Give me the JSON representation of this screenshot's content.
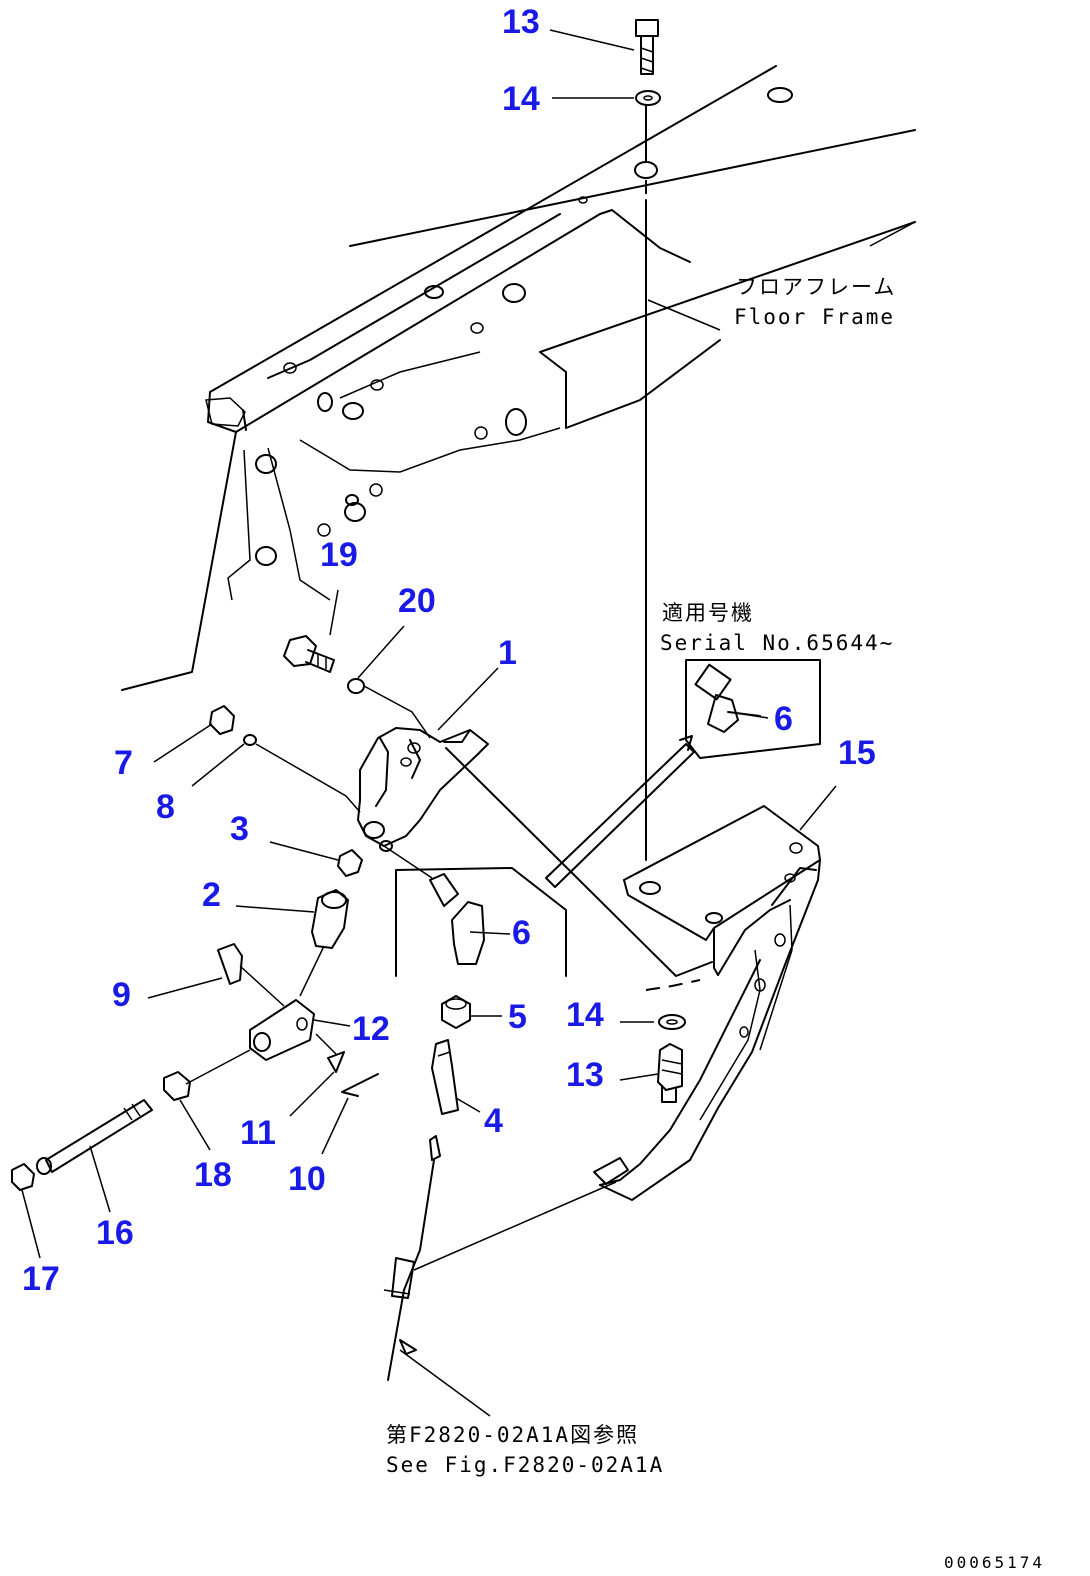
{
  "callouts": [
    {
      "id": "c13a",
      "text": "13"
    },
    {
      "id": "c14a",
      "text": "14"
    },
    {
      "id": "c19",
      "text": "19"
    },
    {
      "id": "c20",
      "text": "20"
    },
    {
      "id": "c1",
      "text": "1"
    },
    {
      "id": "c6a",
      "text": "6"
    },
    {
      "id": "c15",
      "text": "15"
    },
    {
      "id": "c7",
      "text": "7"
    },
    {
      "id": "c8",
      "text": "8"
    },
    {
      "id": "c3",
      "text": "3"
    },
    {
      "id": "c2",
      "text": "2"
    },
    {
      "id": "c6b",
      "text": "6"
    },
    {
      "id": "c9",
      "text": "9"
    },
    {
      "id": "c12",
      "text": "12"
    },
    {
      "id": "c5",
      "text": "5"
    },
    {
      "id": "c14b",
      "text": "14"
    },
    {
      "id": "c13b",
      "text": "13"
    },
    {
      "id": "c4",
      "text": "4"
    },
    {
      "id": "c11",
      "text": "11"
    },
    {
      "id": "c18",
      "text": "18"
    },
    {
      "id": "c10",
      "text": "10"
    },
    {
      "id": "c16",
      "text": "16"
    },
    {
      "id": "c17",
      "text": "17"
    }
  ],
  "labels": {
    "floor_frame_jp": "フロアフレーム",
    "floor_frame_en": "Floor Frame",
    "serial_jp": "適用号機",
    "serial_en": "Serial No.65644~",
    "see_fig_jp": "第F2820-02A1A図参照",
    "see_fig_en": "See Fig.F2820-02A1A",
    "doc_number": "00065174"
  }
}
